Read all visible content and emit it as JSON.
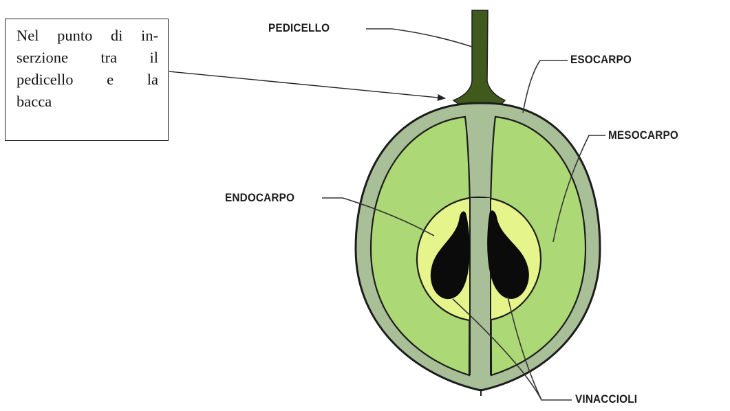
{
  "callout": {
    "lines": [
      "Nel punto di in-",
      "serzione tra il",
      "pedicello e la",
      "bacca"
    ]
  },
  "labels": {
    "pedicello": "PEDICELLO",
    "esocarpo": "ESOCARPO",
    "mesocarpo": "MESOCARPO",
    "endocarpo": "ENDOCARPO",
    "vinaccioli": "VINACCIOLI"
  },
  "colors": {
    "stem": "#3f5a1c",
    "skin": "#a9bf98",
    "flesh": "#acd875",
    "endocarp": "#e6f58b",
    "seed": "#0b0b0b",
    "outline": "#1c1c1c"
  }
}
